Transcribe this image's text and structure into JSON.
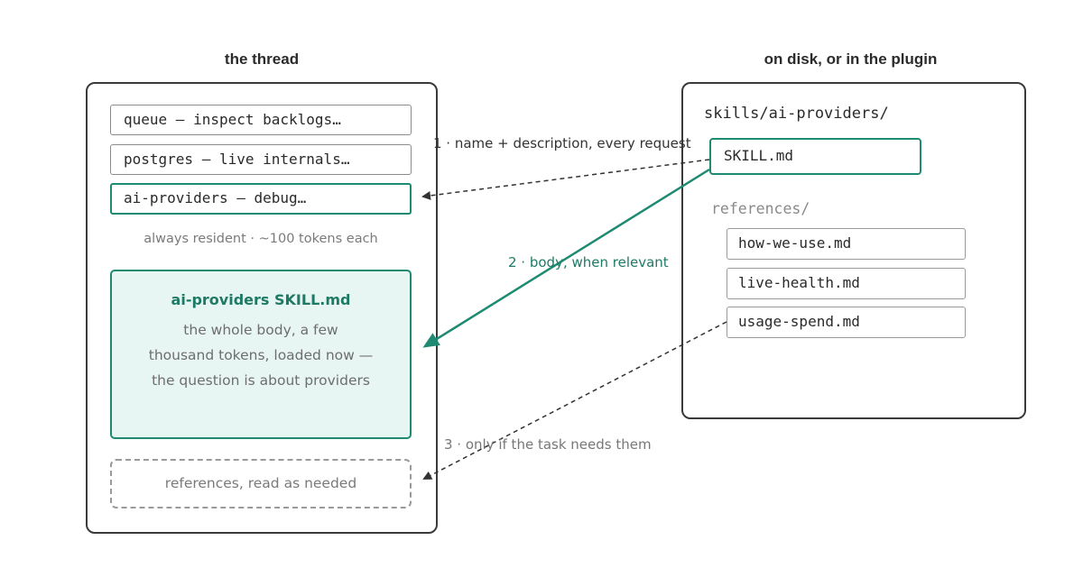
{
  "headings": {
    "thread": "the thread",
    "disk": "on disk, or in the plugin"
  },
  "thread": {
    "skills": [
      {
        "label": "queue — inspect backlogs…",
        "active": false
      },
      {
        "label": "postgres — live internals…",
        "active": false
      },
      {
        "label": "ai-providers — debug…",
        "active": true
      }
    ],
    "resident_note": "always resident · ~100 tokens each",
    "body_card": {
      "title": "ai-providers SKILL.md",
      "lines": [
        "the whole body, a few",
        "thousand tokens, loaded now —",
        "the question is about providers"
      ]
    },
    "references_slot": "references, read as needed"
  },
  "disk": {
    "path": "skills/ai-providers/",
    "skill_file": "SKILL.md",
    "references_label": "references/",
    "references": [
      "how-we-use.md",
      "live-health.md",
      "usage-spend.md"
    ]
  },
  "edges": {
    "step1": "1 · name + description, every request",
    "step2": "2 · body, when relevant",
    "step3": "3 · only if the task needs them"
  },
  "colors": {
    "accent": "#1e8a72",
    "accent_fill": "#e7f6f2",
    "border": "#3a3a3a",
    "muted": "#7a7a7a"
  }
}
